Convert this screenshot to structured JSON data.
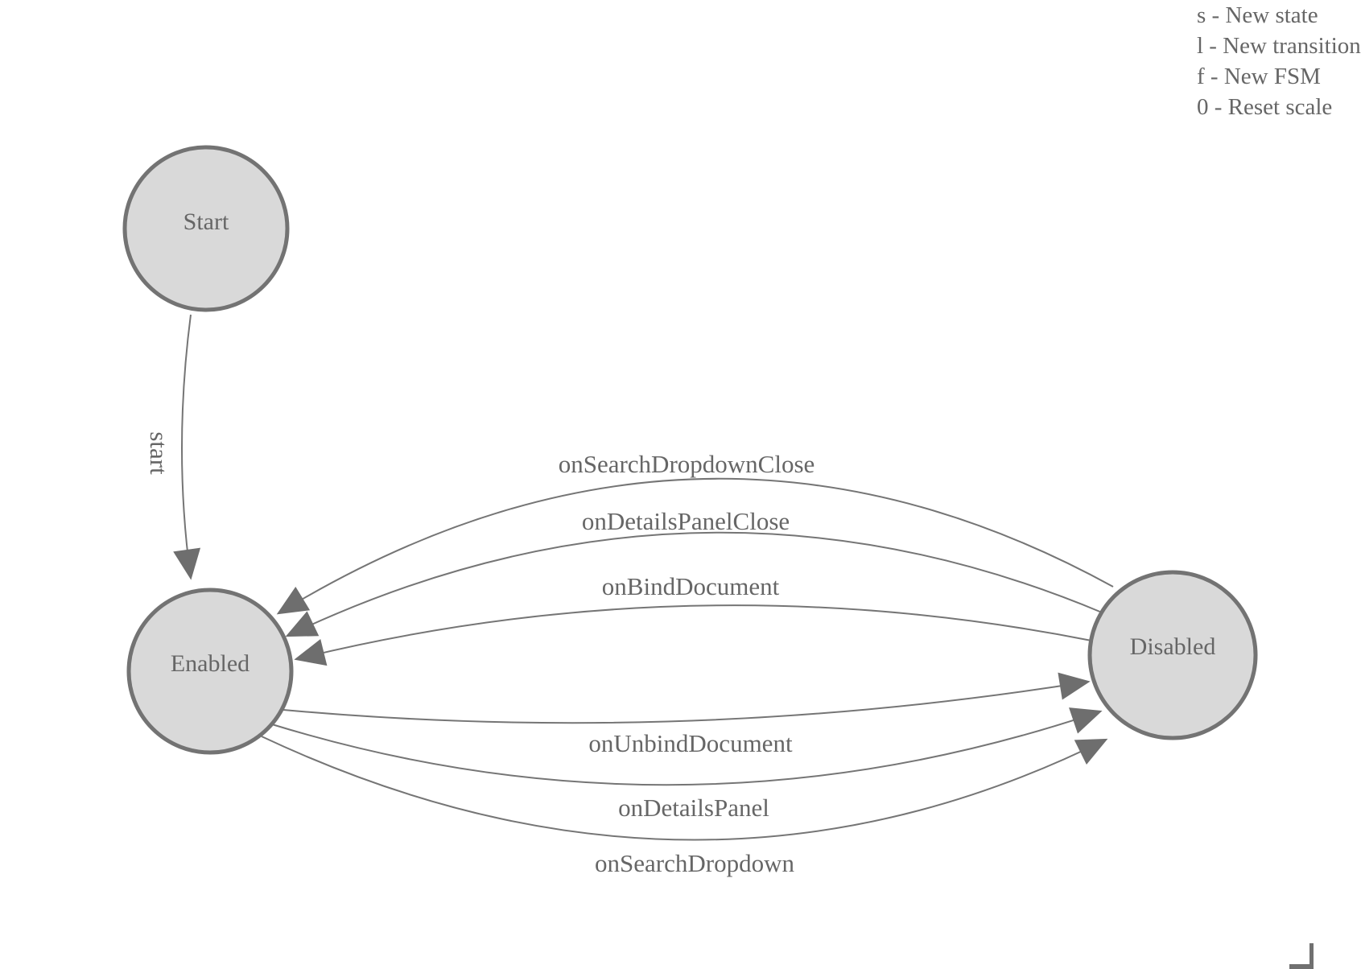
{
  "legend": {
    "items": [
      "s - New state",
      "l - New transition",
      "f - New FSM",
      "0 - Reset scale"
    ]
  },
  "nodes": [
    {
      "id": "start",
      "label": "Start"
    },
    {
      "id": "enabled",
      "label": "Enabled"
    },
    {
      "id": "disabled",
      "label": "Disabled"
    }
  ],
  "edges": [
    {
      "label": "start",
      "from": "Start",
      "to": "Enabled"
    },
    {
      "label": "onSearchDropdownClose",
      "from": "Disabled",
      "to": "Enabled"
    },
    {
      "label": "onDetailsPanelClose",
      "from": "Disabled",
      "to": "Enabled"
    },
    {
      "label": "onBindDocument",
      "from": "Disabled",
      "to": "Enabled"
    },
    {
      "label": "onUnbindDocument",
      "from": "Enabled",
      "to": "Disabled"
    },
    {
      "label": "onDetailsPanel",
      "from": "Enabled",
      "to": "Disabled"
    },
    {
      "label": "onSearchDropdown",
      "from": "Enabled",
      "to": "Disabled"
    }
  ],
  "colors": {
    "node_fill": "#d9d9d9",
    "node_stroke": "#737373",
    "edge_stroke": "#757575",
    "arrow_fill": "#6e6e6e",
    "text": "#666666",
    "background": "#ffffff"
  }
}
